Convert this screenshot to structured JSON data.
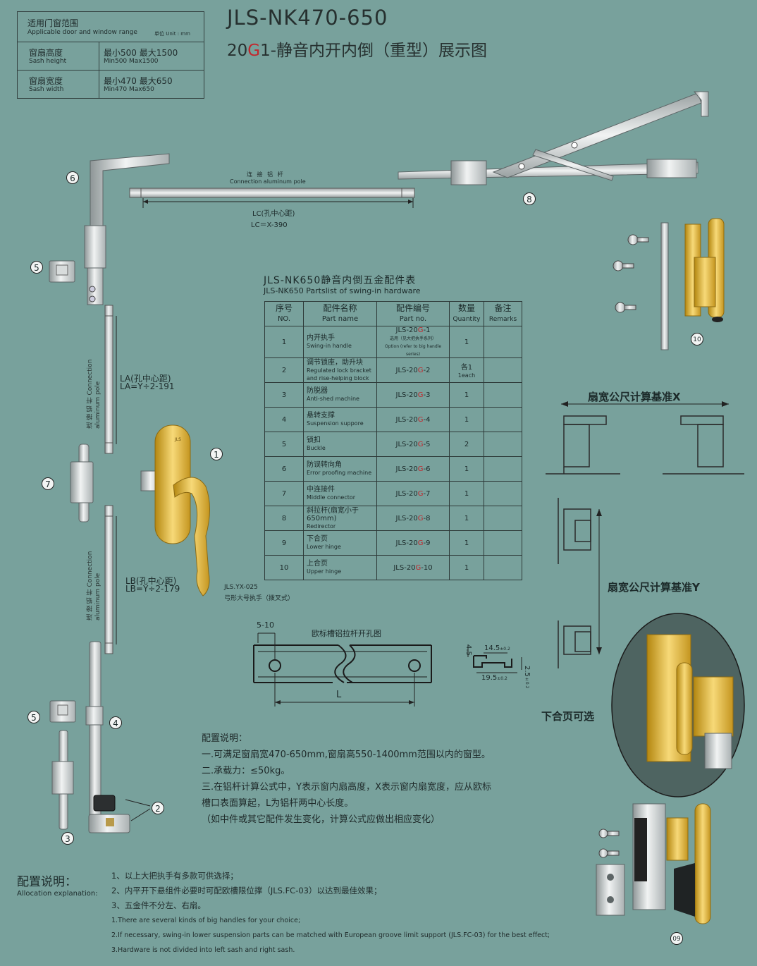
{
  "range_box": {
    "header_cn": "适用门窗范围",
    "header_en": "Applicable door and window range",
    "unit": "单位 Unit : mm",
    "rows": [
      {
        "label_cn": "窗扇高度",
        "label_en": "Sash height",
        "value_cn": "最小500  最大1500",
        "value_en": "Min500  Max1500"
      },
      {
        "label_cn": "窗扇宽度",
        "label_en": "Sash width",
        "value_cn": "最小470  最大650",
        "value_en": "Min470  Max650"
      }
    ]
  },
  "title": {
    "model": "JLS-NK470-650",
    "subtitle_pre": "20",
    "subtitle_red": "G",
    "subtitle_post": "1-静音内开内倒（重型）展示图"
  },
  "labels": {
    "connection_cn": "连 接 铝 杆",
    "connection_en": "Connection aluminum pole",
    "lc_1": "LC(孔中心距)",
    "lc_2": "LC＝X-390",
    "la_1": "LA(孔中心距)",
    "la_2": "LA=Y÷2-191",
    "lb_1": "LB(孔中心距)",
    "lb_2": "LB=Y÷2-179",
    "vertical_cn": "连 接 铝 杆",
    "vertical_en": "Connection aluminum pole",
    "handle_code": "JLS.YX-025",
    "handle_name": "弓形大号执手（拨叉式）",
    "handle_brand": "JLS",
    "width_calc": "扇宽公尺计算基准X",
    "height_calc": "扇宽公尺计算基准Y",
    "lower_hinge_optional": "下合页可选",
    "slot_title": "欧标槽铝拉杆开孔图",
    "slot_5_10": "5-10",
    "slot_L": "L",
    "dim_14_5": "14.5",
    "dim_19_5": "19.5",
    "dim_4_5": "4.5",
    "dim_2_5": "2.5",
    "tol_02": "±0.2"
  },
  "callouts": [
    "1",
    "2",
    "3",
    "4",
    "5",
    "5",
    "6",
    "7",
    "8",
    "10",
    "09"
  ],
  "parts_table": {
    "title_cn_pre": "JLS-NK65",
    "title_cn_post": "0静音内倒五金配件表",
    "title_en": "JLS-NK650 Partslist of swing-in hardware",
    "headers": {
      "no_cn": "序号",
      "no_en": "NO.",
      "name_cn": "配件名称",
      "name_en": "Part name",
      "pno_cn": "配件编号",
      "pno_en": "Part no.",
      "qty_cn": "数量",
      "qty_en": "Quantity",
      "rem_cn": "备注",
      "rem_en": "Remarks"
    },
    "rows": [
      {
        "no": "1",
        "cn": "内开执手",
        "en": "Swing-in handle",
        "pre": "JLS-20",
        "g": "G",
        "post": "-1",
        "sub": "选用（见大把执手系列）",
        "sub2": "Option (refer to big handle series)",
        "qty": "1",
        "qty2": ""
      },
      {
        "no": "2",
        "cn": "调节锁座，助升块",
        "en": "Regulated lock bracket and rise-helping block",
        "pre": "JLS-20",
        "g": "G",
        "post": "-2",
        "sub": "",
        "sub2": "",
        "qty": "各1",
        "qty2": "1each"
      },
      {
        "no": "3",
        "cn": "防脱器",
        "en": "Anti-shed machine",
        "pre": "JLS-20",
        "g": "G",
        "post": "-3",
        "sub": "",
        "sub2": "",
        "qty": "1",
        "qty2": ""
      },
      {
        "no": "4",
        "cn": "悬转支撑",
        "en": "Suspension suppore",
        "pre": "JLS-20",
        "g": "G",
        "post": "-4",
        "sub": "",
        "sub2": "",
        "qty": "1",
        "qty2": ""
      },
      {
        "no": "5",
        "cn": "锁扣",
        "en": "Buckle",
        "pre": "JLS-20",
        "g": "G",
        "post": "-5",
        "sub": "",
        "sub2": "",
        "qty": "2",
        "qty2": ""
      },
      {
        "no": "6",
        "cn": "防误转向角",
        "en": "Error proofing machine",
        "pre": "JLS-20",
        "g": "G",
        "post": "-6",
        "sub": "",
        "sub2": "",
        "qty": "1",
        "qty2": ""
      },
      {
        "no": "7",
        "cn": "中连接件",
        "en": "Middle connector",
        "pre": "JLS-20",
        "g": "G",
        "post": "-7",
        "sub": "",
        "sub2": "",
        "qty": "1",
        "qty2": ""
      },
      {
        "no": "8",
        "cn": "斜拉杆(扇宽小于650mm)",
        "en": "Redirector",
        "pre": "JLS-20",
        "g": "G",
        "post": "-8",
        "sub": "",
        "sub2": "",
        "qty": "1",
        "qty2": ""
      },
      {
        "no": "9",
        "cn": "下合页",
        "en": "Lower hinge",
        "pre": "JLS-20",
        "g": "G",
        "post": "-9",
        "sub": "",
        "sub2": "",
        "qty": "1",
        "qty2": ""
      },
      {
        "no": "10",
        "cn": "上合页",
        "en": "Upper hinge",
        "pre": "JLS-20",
        "g": "G",
        "post": "-10",
        "sub": "",
        "sub2": "",
        "qty": "1",
        "qty2": ""
      }
    ]
  },
  "config_notes": {
    "title": "配置说明：",
    "lines": [
      "一.可满足窗扇宽470-650mm,窗扇高550-1400mm范围以内的窗型。",
      "二.承载力：≤50kg。",
      "三.在铝杆计算公式中，Y表示窗内扇高度，X表示窗内扇宽度，应从欧标",
      "槽口表面算起，L为铝杆两中心长度。",
      "（如中件或其它配件发生变化，计算公式应做出相应变化）"
    ]
  },
  "allocation": {
    "title_cn": "配置说明：",
    "title_en": "Allocation explanation:",
    "lines_cn": [
      "1、以上大把执手有多款可供选择；",
      "2、内平开下悬组件必要时可配欧槽限位撑（JLS.FC-03）以达到最佳效果；",
      "3、五金件不分左、右扇。"
    ],
    "lines_en": [
      "1.There are several kinds of big handles for your choice;",
      "2.If necessary, swing-in lower suspension parts can be matched with European groove limit support (JLS.FC-03) for the best effect;",
      "3.Hardware is not divided into left sash and right sash."
    ]
  },
  "colors": {
    "background": "#78a19c",
    "accent_red": "#c2272d",
    "gold": "#e8c250",
    "metal": "#d9dddd"
  }
}
